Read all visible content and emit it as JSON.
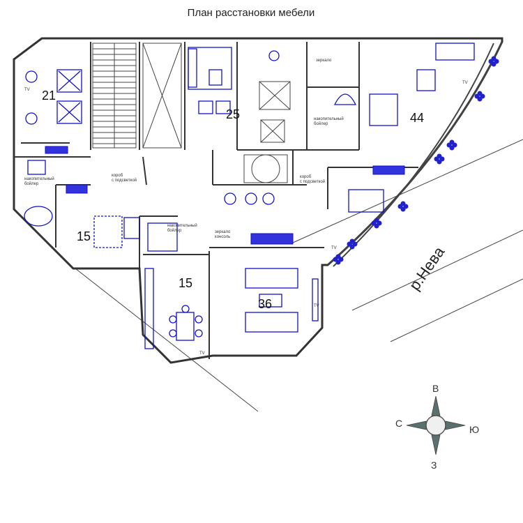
{
  "title": "План расстановки мебели",
  "rooms": [
    {
      "label": "21"
    },
    {
      "label": "25"
    },
    {
      "label": "44"
    },
    {
      "label": "15"
    },
    {
      "label": "15"
    },
    {
      "label": "36"
    }
  ],
  "notes": {
    "korob1": "короб",
    "korob1b": "с подсветкой",
    "korob2": "короб",
    "korob2b": "с подсветкой",
    "boiler1": "накопительный",
    "boiler1b": "бойлер",
    "boiler2": "накопительный",
    "boiler2b": "бойлер",
    "boiler3": "накопительный",
    "boiler3b": "бойлер",
    "mirror1": "зеркало",
    "mirror2": "зеркало",
    "mirror2b": "консоль",
    "tv1": "TV",
    "tv2": "TV",
    "tv3": "TV",
    "tv4": "TV",
    "tv5": "TV"
  },
  "river": "р.Нева",
  "compass": {
    "north": "С",
    "east": "В",
    "south": "Ю",
    "west": "З"
  }
}
